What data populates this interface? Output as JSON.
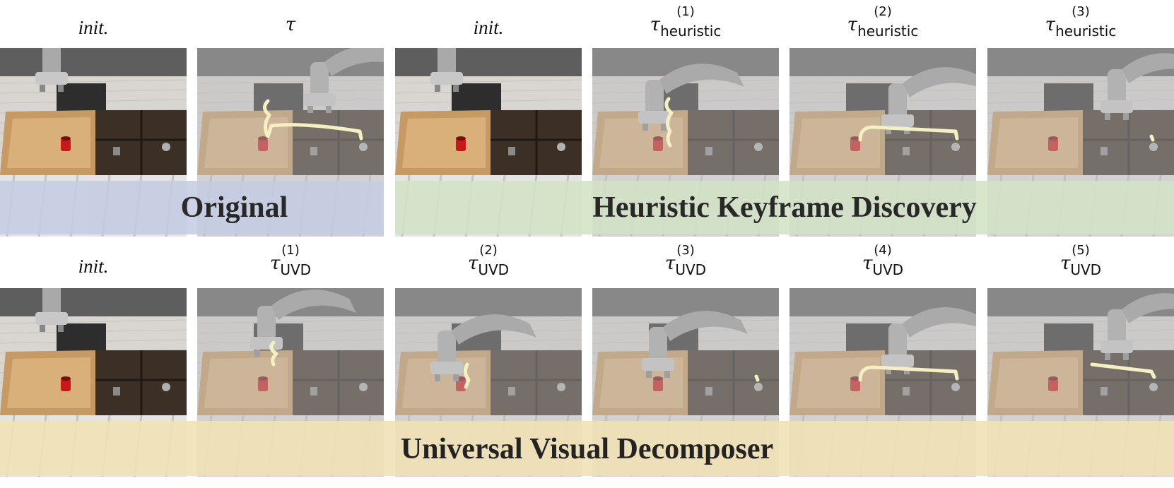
{
  "top_row": {
    "labels": [
      {
        "kind": "init",
        "text": "init."
      },
      {
        "kind": "tau",
        "tau": "τ",
        "sub": "",
        "sup": ""
      },
      {
        "kind": "init",
        "text": "init."
      },
      {
        "kind": "tau",
        "tau": "τ",
        "sub": "heuristic",
        "sup": "(1)"
      },
      {
        "kind": "tau",
        "tau": "τ",
        "sub": "heuristic",
        "sup": "(2)"
      },
      {
        "kind": "tau",
        "tau": "τ",
        "sub": "heuristic",
        "sup": "(3)"
      }
    ],
    "panels": [
      {
        "faded": false,
        "robot": "back",
        "can": true,
        "trace": "none"
      },
      {
        "faded": true,
        "robot": "right",
        "can": true,
        "trace": "long"
      },
      {
        "faded": false,
        "robot": "back",
        "can": true,
        "trace": "none"
      },
      {
        "faded": true,
        "robot": "down",
        "can": true,
        "trace": "wiggle"
      },
      {
        "faded": true,
        "robot": "right-low",
        "can": true,
        "trace": "hook"
      },
      {
        "faded": true,
        "robot": "right-far",
        "can": true,
        "trace": "dot"
      }
    ],
    "bands": [
      {
        "title": "Original",
        "color": "#c5cde3"
      },
      {
        "title": "Heuristic Keyframe Discovery",
        "color": "#d3e3c6"
      }
    ]
  },
  "bottom_row": {
    "labels": [
      {
        "kind": "init",
        "text": "init."
      },
      {
        "kind": "tau",
        "tau": "τ",
        "sub": "UVD",
        "sup": "(1)"
      },
      {
        "kind": "tau",
        "tau": "τ",
        "sub": "UVD",
        "sup": "(2)"
      },
      {
        "kind": "tau",
        "tau": "τ",
        "sub": "UVD",
        "sup": "(3)"
      },
      {
        "kind": "tau",
        "tau": "τ",
        "sub": "UVD",
        "sup": "(4)"
      },
      {
        "kind": "tau",
        "tau": "τ",
        "sub": "UVD",
        "sup": "(5)"
      }
    ],
    "panels": [
      {
        "faded": false,
        "robot": "back",
        "can": true,
        "trace": "none"
      },
      {
        "faded": true,
        "robot": "mid",
        "can": true,
        "trace": "wiggle-short"
      },
      {
        "faded": true,
        "robot": "left-low",
        "can": true,
        "trace": "down"
      },
      {
        "faded": true,
        "robot": "center-low",
        "can": true,
        "trace": "dot"
      },
      {
        "faded": true,
        "robot": "right-low",
        "can": true,
        "trace": "hook"
      },
      {
        "faded": true,
        "robot": "right-far",
        "can": true,
        "trace": "flat"
      }
    ],
    "bands": [
      {
        "title": "Universal Visual Decomposer",
        "color": "#f1e2b6"
      }
    ]
  }
}
